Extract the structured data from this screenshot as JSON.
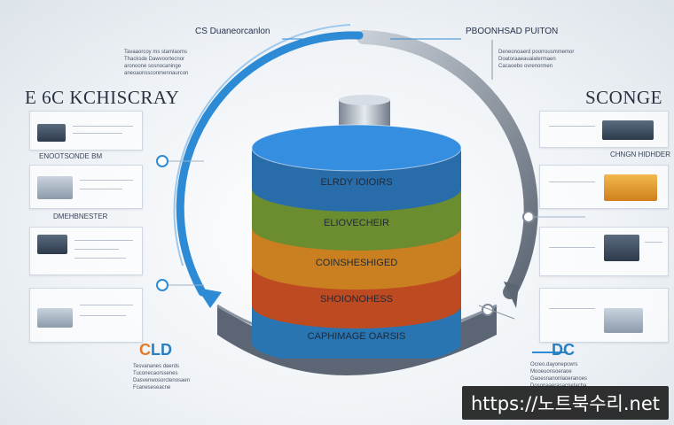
{
  "top_left_label": "CS Duaneorcanlon",
  "top_right_label": "PBOONHSAD PUITON",
  "left_heading": "E 6C KCHISCRAY",
  "right_heading": "SCONGE",
  "left_notes": [
    "Tavaaorcoy ms stamlaoms",
    "Thacksde Dawvoortecnor",
    "aronoone sosnocaninge",
    "aneoaonssconmennaurcon"
  ],
  "right_notes": [
    "Deneonoaerd poorrousmmemor",
    "Doatoraaeauaiatermaen",
    "Cacaoebo ovrenormen"
  ],
  "left_panels": [
    {
      "caption": "ENOOTSONDE BM"
    },
    {
      "caption": "DMEHBNESTER"
    },
    {
      "caption": ""
    },
    {
      "caption": ""
    }
  ],
  "right_panels": [
    {
      "caption": "CHNGN HIDHDER"
    },
    {
      "caption": ""
    },
    {
      "caption": ""
    },
    {
      "caption": ""
    }
  ],
  "tiers": [
    {
      "label": "ELRDY IOIOIRS",
      "color": "#2f7fc8"
    },
    {
      "label": "ELIOVECHEIR",
      "color": "#7fa637"
    },
    {
      "label": "COINSHESHIGED",
      "color": "#ee9526"
    },
    {
      "label": "SHOIONOHESS",
      "color": "#df5728"
    },
    {
      "label": "CAPHIMAGE OARSIS",
      "color": "#2f8ad0"
    }
  ],
  "bottom_left_letters": {
    "c": "C",
    "rest": "LD",
    "c_color": "#e07a2c",
    "rest_color": "#2a7fc0"
  },
  "bottom_right_letters": {
    "text": "DC",
    "color": "#2a7fc0"
  },
  "bottom_left_notes": [
    "Tesvananes daerds",
    "Tuconecaorssenes",
    "Dasvenwosorctenosaen",
    "Fcaneseseacne"
  ],
  "bottom_right_notes": [
    "Ocreo.dayonepcwrs",
    "Mooeuonsoeraoe",
    "Gaoesnanonlaoeranoes",
    "Dosonaaerasacnetacha"
  ],
  "watermark": "https://노트북수리.net"
}
